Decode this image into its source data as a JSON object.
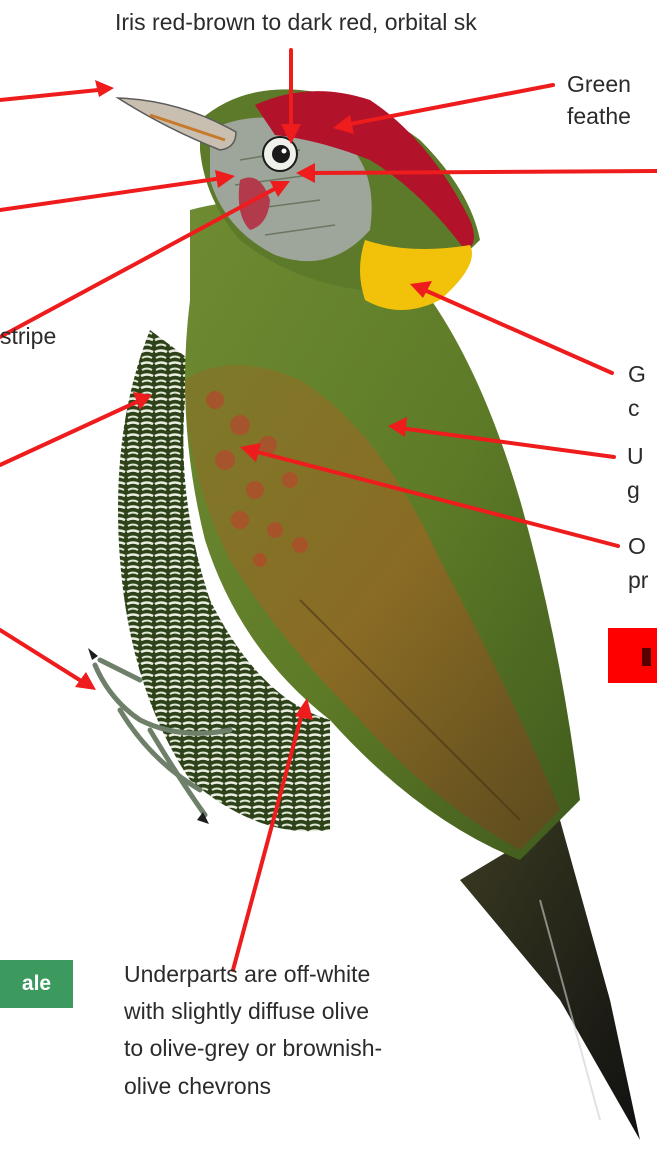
{
  "labels": {
    "iris": "Iris red-brown to dark red, orbital sk",
    "crown_line1": "Green",
    "crown_line2": "feathe",
    "malar_partial": "stripe",
    "nape_line1": "G",
    "nape_line2": "c",
    "upperparts_line1": "U",
    "upperparts_line2": "g",
    "wing_line1": "O",
    "wing_line2": "pr",
    "underparts_line1": "Underparts  are off-white",
    "underparts_line2": "with slightly diffuse olive",
    "underparts_line3": "to olive-grey or brownish-",
    "underparts_line4": "olive chevrons"
  },
  "badges": {
    "female_partial": "ale",
    "male_partial": ""
  },
  "colors": {
    "arrow": "#ee1c1c",
    "female_badge": "#3c9a5f",
    "male_badge": "#ff0000",
    "plumage_green": "#5f7c2a",
    "crown_red": "#b2122a",
    "nape_yellow": "#f2c20a"
  }
}
